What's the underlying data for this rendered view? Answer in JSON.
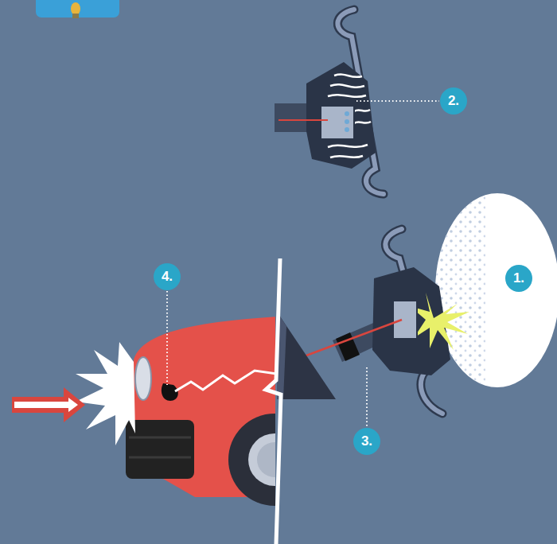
{
  "diagram": {
    "labels": [
      "2.",
      "1.",
      "4.",
      "3."
    ]
  }
}
